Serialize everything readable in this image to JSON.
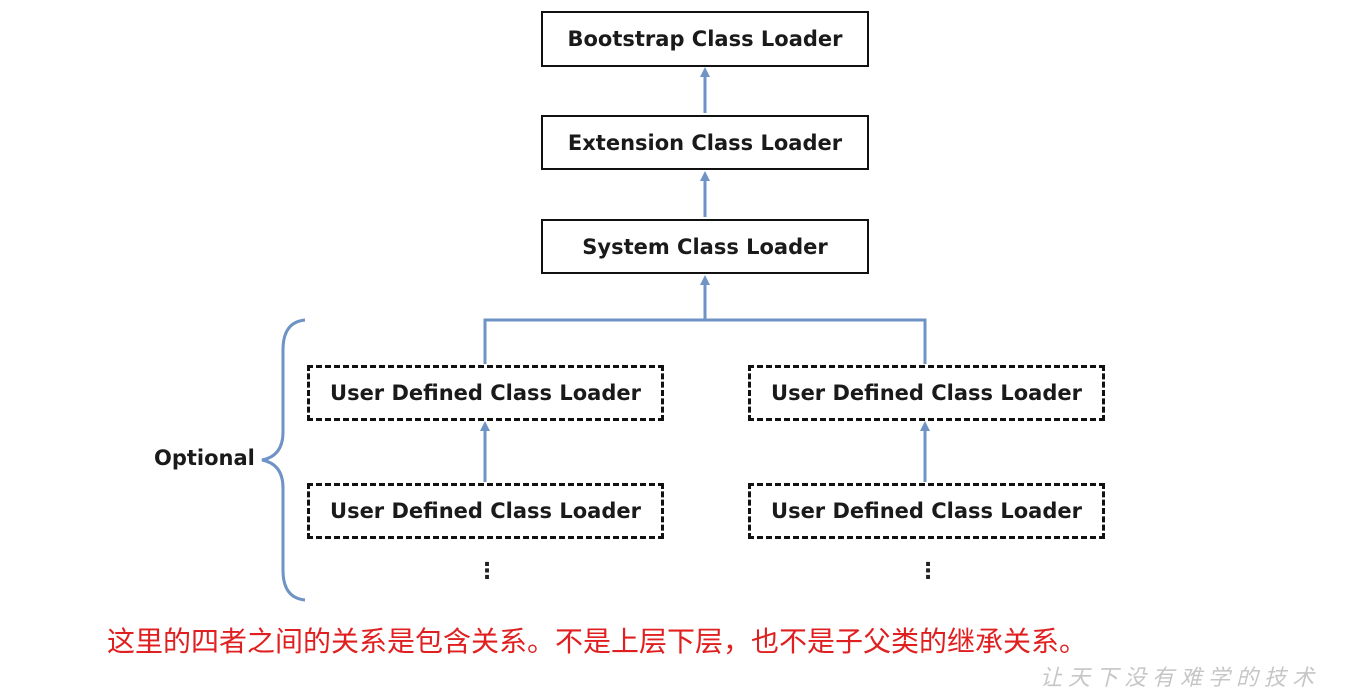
{
  "colors": {
    "connector": "#6e93c4",
    "caption": "#e02020",
    "box_border": "#111111"
  },
  "diagram": {
    "bootstrap": "Bootstrap Class Loader",
    "extension": "Extension Class Loader",
    "system": "System Class Loader",
    "user_left_top": "User Defined Class Loader",
    "user_left_bottom": "User Defined Class Loader",
    "user_right_top": "User Defined Class Loader",
    "user_right_bottom": "User Defined Class Loader",
    "optional_label": "Optional",
    "ellipsis_left": "⋮",
    "ellipsis_right": "⋮"
  },
  "caption": "这里的四者之间的关系是包含关系。不是上层下层，也不是子父类的继承关系。",
  "watermark": "让天下没有难学的技术"
}
